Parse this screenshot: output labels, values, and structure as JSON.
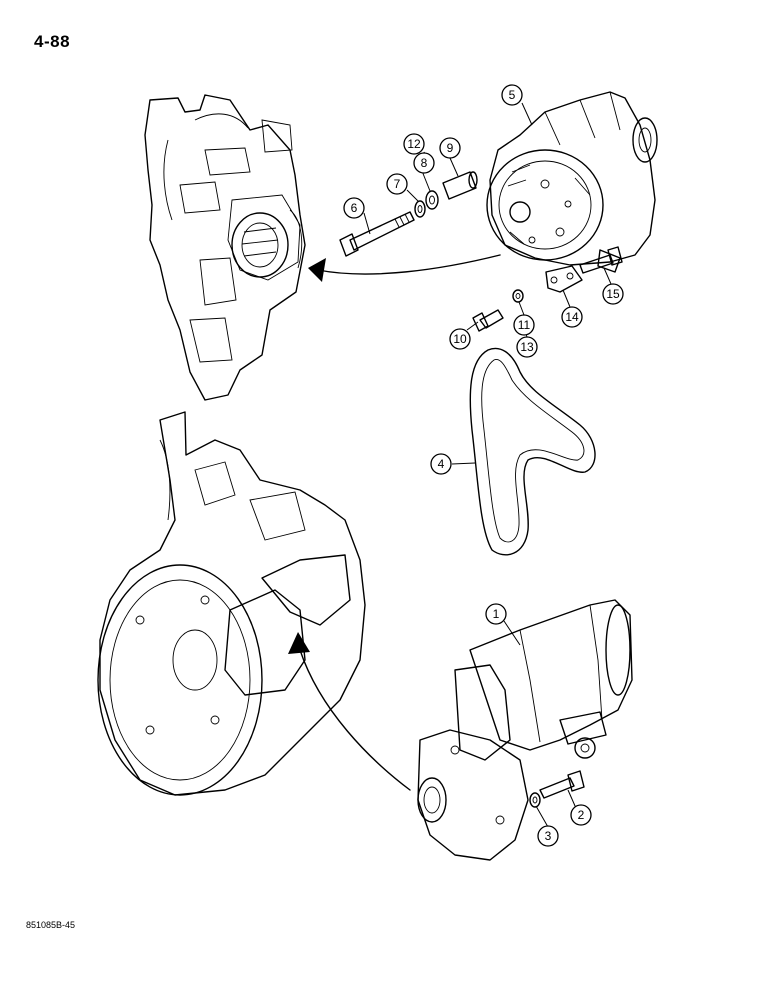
{
  "page": {
    "number": "4-88",
    "code": "851085B-45"
  },
  "callouts": [
    {
      "id": "c1",
      "label": "1"
    },
    {
      "id": "c2",
      "label": "2"
    },
    {
      "id": "c3",
      "label": "3"
    },
    {
      "id": "c4",
      "label": "4"
    },
    {
      "id": "c5",
      "label": "5"
    },
    {
      "id": "c6",
      "label": "6"
    },
    {
      "id": "c7",
      "label": "7"
    },
    {
      "id": "c8",
      "label": "8"
    },
    {
      "id": "c9",
      "label": "9"
    },
    {
      "id": "c10",
      "label": "10"
    },
    {
      "id": "c11",
      "label": "11"
    },
    {
      "id": "c12",
      "label": "12"
    },
    {
      "id": "c13",
      "label": "13"
    },
    {
      "id": "c14",
      "label": "14"
    },
    {
      "id": "c15",
      "label": "15"
    }
  ]
}
